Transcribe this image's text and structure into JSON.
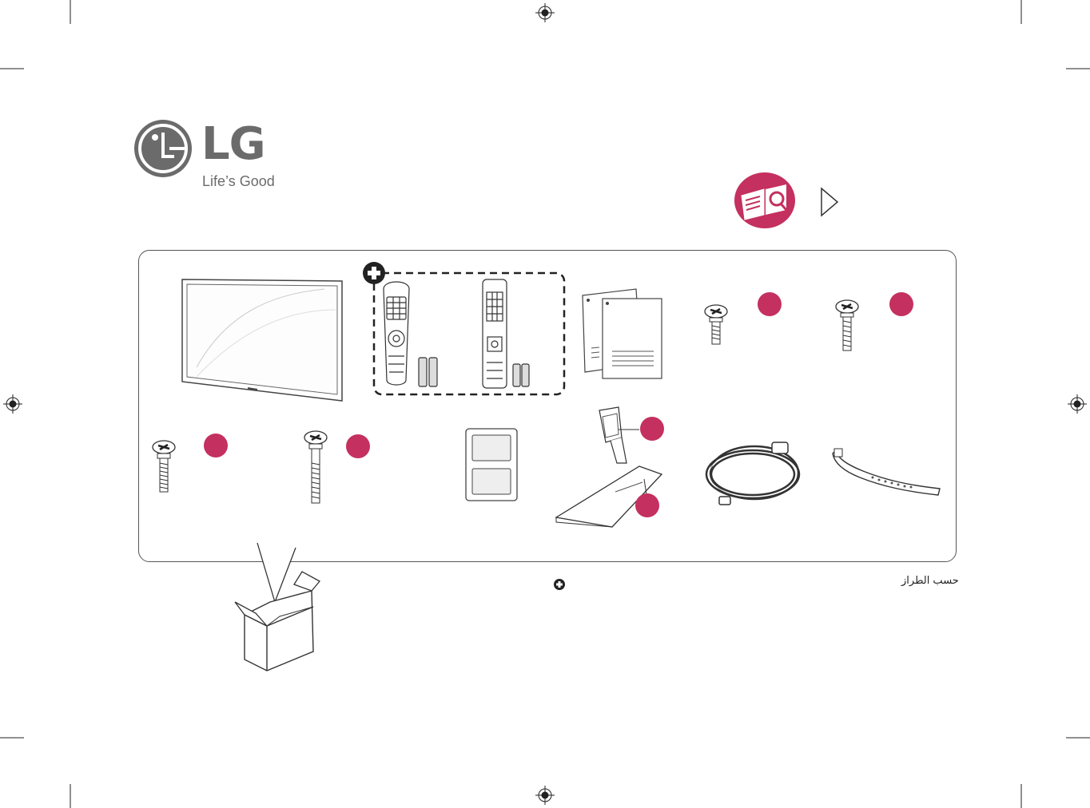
{
  "brand": {
    "logo_letters": "LG",
    "tagline": "Life’s Good",
    "logo_color": "#6b6b6b"
  },
  "colors": {
    "accent_pink": "#c4305f",
    "outline": "#333333"
  },
  "icons": {
    "manual": "manual-book-magnifier-icon",
    "next": "triangle-arrow-right-icon",
    "plus": "plus-circle-icon",
    "box": "open-box-icon",
    "registration_mark": "registration-target-icon"
  },
  "footnote": {
    "region_text": "حسب الطراز"
  },
  "items": [
    "tv",
    "remote-controls-with-batteries",
    "user-manuals",
    "screw-short-a",
    "screw-long-a",
    "screw-b",
    "screw-c",
    "cable-holder-card",
    "stand-body-and-base",
    "power-cord",
    "cable-tie"
  ]
}
